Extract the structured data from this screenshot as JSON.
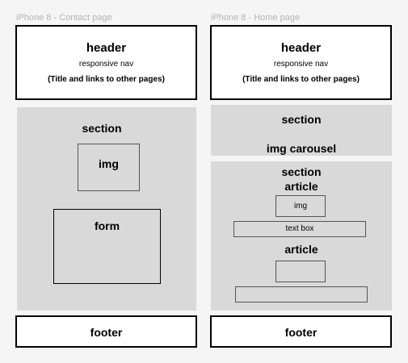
{
  "frames": {
    "contact": {
      "title": "iPhone 8 - Contact page",
      "header": {
        "title": "header",
        "subtitle": "responsive nav",
        "note": "(Title and links to other pages)"
      },
      "section": {
        "title": "section",
        "img": "img",
        "form": "form"
      },
      "footer": "footer"
    },
    "home": {
      "title": "iPhone 8 - Home page",
      "header": {
        "title": "header",
        "subtitle": "responsive nav",
        "note": "(Title and links to other pages)"
      },
      "section1": {
        "title": "section",
        "carousel": "img carousel"
      },
      "section2": {
        "title": "section",
        "articles": [
          {
            "title": "article",
            "img": "img",
            "textbox": "text box"
          },
          {
            "title": "article",
            "img": "",
            "textbox": ""
          }
        ]
      },
      "footer": "footer"
    }
  },
  "colors": {
    "background": "#f5f5f5",
    "section": "#d9d9d9",
    "label": "#b3b3b3"
  }
}
